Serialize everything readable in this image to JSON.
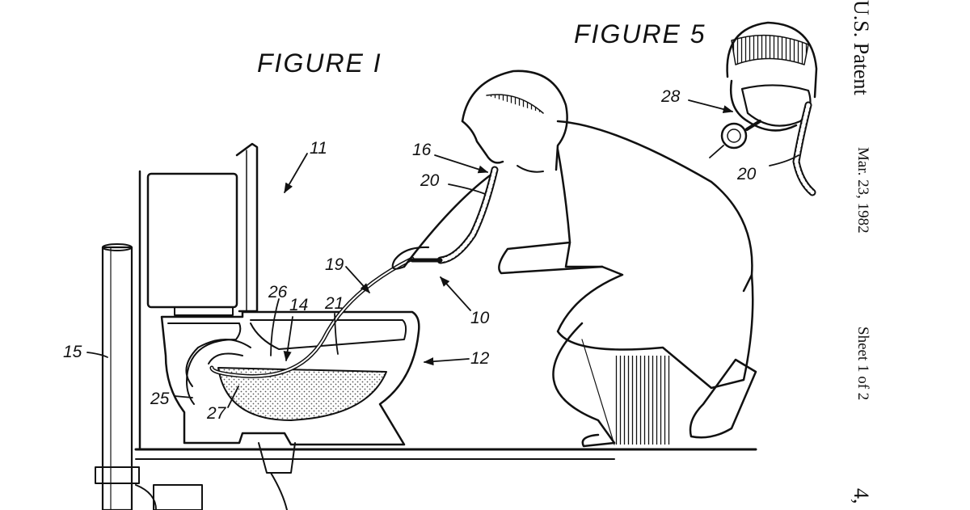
{
  "figures": {
    "figure1_title": "FIGURE I",
    "figure5_title": "FIGURE 5"
  },
  "reference_numerals": {
    "n10": "10",
    "n11": "11",
    "n12": "12",
    "n14": "14",
    "n15": "15",
    "n16": "16",
    "n19": "19",
    "n20_fig1": "20",
    "n20_fig5": "20",
    "n21": "21",
    "n25": "25",
    "n26": "26",
    "n27": "27",
    "n28": "28"
  },
  "header": {
    "patent": "U.S. Patent",
    "date": "Mar. 23, 1982",
    "sheet": "Sheet 1 of 2",
    "number_fragment": "4,"
  },
  "colors": {
    "ink": "#111111",
    "paper": "#ffffff",
    "water_stipple": "#555555"
  }
}
